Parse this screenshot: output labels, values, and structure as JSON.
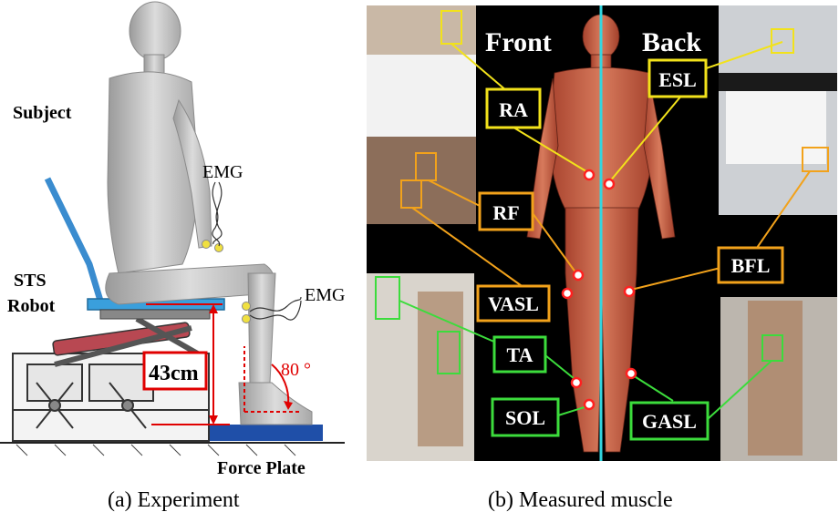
{
  "left_panel": {
    "caption": "(a) Experiment",
    "labels": {
      "subject": "Subject",
      "emg_1": "EMG",
      "emg_2": "EMG",
      "robot_line1": "STS",
      "robot_line2": "Robot",
      "height": "43cm",
      "angle": "80 °",
      "force_plate": "Force Plate"
    }
  },
  "right_panel": {
    "caption": "(b) Measured muscle",
    "front": "Front",
    "back": "Back",
    "muscles": {
      "ra": "RA",
      "rf": "RF",
      "vasl": "VASL",
      "ta": "TA",
      "sol": "SOL",
      "esl": "ESL",
      "bfl": "BFL",
      "gasl": "GASL"
    },
    "colors": {
      "upper_group": "#f2e21b",
      "thigh_group": "#f2a21b",
      "shank_group": "#3cdc3c",
      "divider": "#33d6e0",
      "marker": "#ff2020"
    }
  }
}
